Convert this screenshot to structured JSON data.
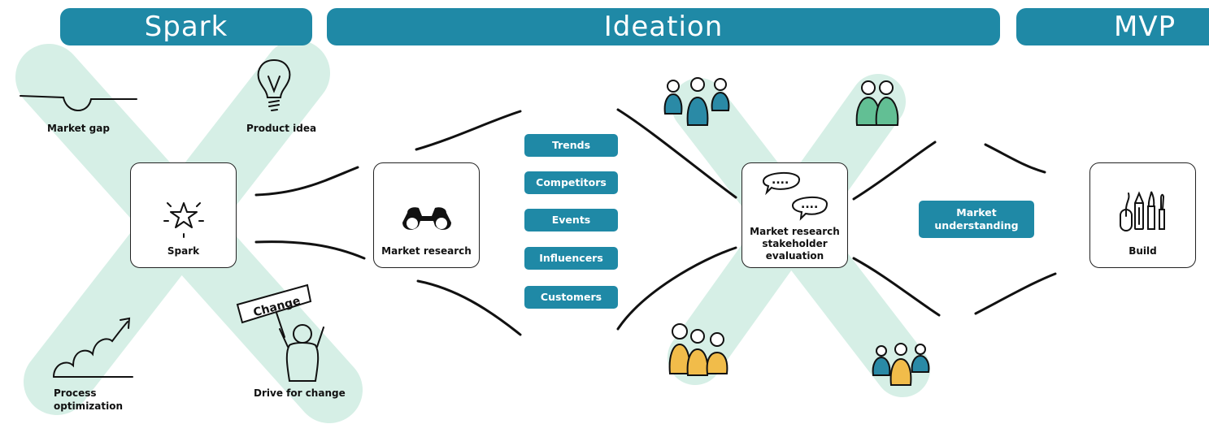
{
  "phases": {
    "spark": "Spark",
    "ideation": "Ideation",
    "mvp": "MVP"
  },
  "spark_inputs": {
    "market_gap": "Market gap",
    "product_idea": "Product idea",
    "process_optimization": "Process\noptimization",
    "drive_for_change": "Drive for change",
    "sign_text": "Change"
  },
  "nodes": {
    "spark": "Spark",
    "market_research": "Market research",
    "stakeholder_evaluation": "Market research\nstakeholder\nevaluation",
    "build": "Build"
  },
  "research_topics": [
    "Trends",
    "Competitors",
    "Events",
    "Influencers",
    "Customers"
  ],
  "market_understanding": "Market\nunderstanding",
  "colors": {
    "primary": "#1f89a6",
    "mint": "#d6efe6",
    "teal_people": "#2a8aa6",
    "green_people": "#62bf94",
    "yellow_people": "#f1bc4a"
  }
}
